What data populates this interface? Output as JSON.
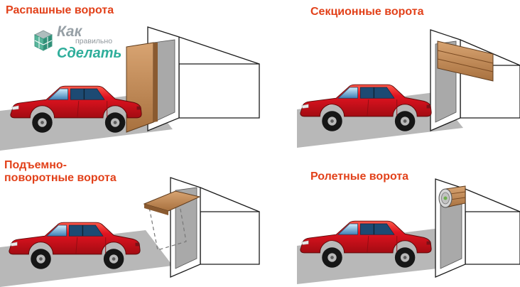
{
  "panels": {
    "swing": {
      "title": "Распашные ворота"
    },
    "sectional": {
      "title": "Секционные ворота"
    },
    "tilt": {
      "title_line1": "Подъемно-",
      "title_line2": "поворотные ворота"
    },
    "roller": {
      "title": "Ролетные ворота"
    }
  },
  "logo": {
    "word1": "Как",
    "word2": "правильно",
    "word3": "Сделать",
    "icon": "house-cube-icon"
  },
  "colors": {
    "title_red": "#e2411a",
    "car_red": "#d8101a",
    "gate_brown": "#c18a5a",
    "road_gray": "#b8b8b8",
    "wall_outline": "#1a1a1a",
    "logo_teal": "#2fae9b",
    "logo_gray": "#97a0a6"
  }
}
